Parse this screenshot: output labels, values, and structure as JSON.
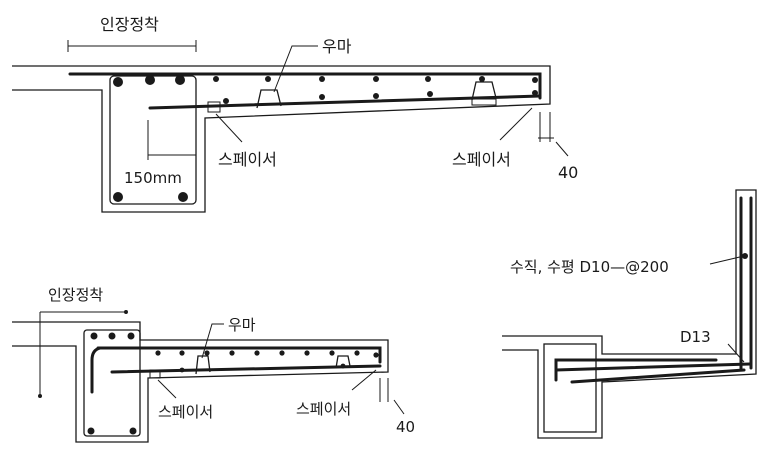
{
  "labels": {
    "anchorage": "인장정착",
    "stirrup_chair": "우마",
    "spacer": "스페이서",
    "cover": "40",
    "width_150": "150mm",
    "vh_rebar": "수직, 수평 D10—@200",
    "d13": "D13"
  }
}
